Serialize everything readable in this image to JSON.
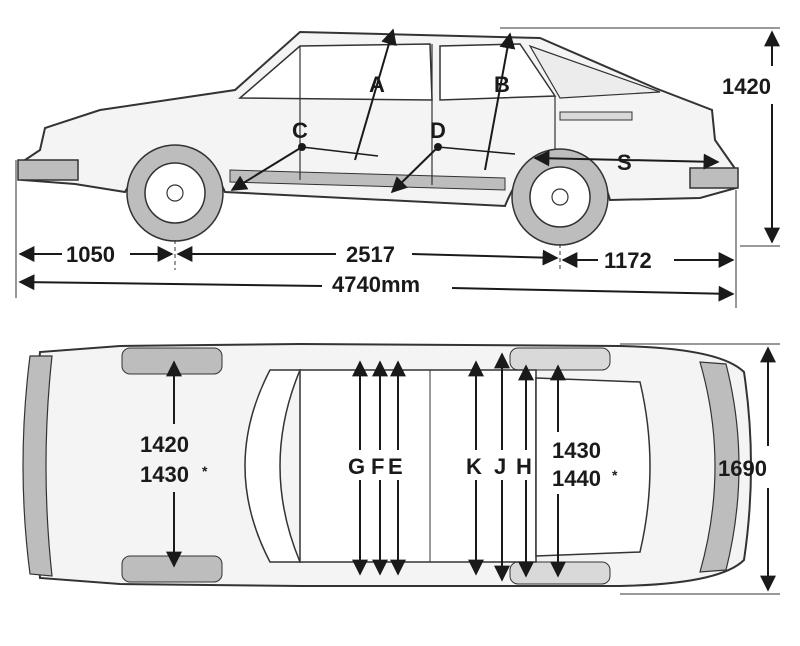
{
  "side_view": {
    "markers": {
      "a": "A",
      "b": "B",
      "c": "C",
      "d": "D",
      "s": "S"
    },
    "dims": {
      "height": "1420",
      "front_overhang": "1050",
      "wheelbase": "2517",
      "rear_overhang": "1172",
      "total_length": "4740mm"
    }
  },
  "top_view": {
    "front_track": "1420",
    "front_track_alt": "1430",
    "rear_track": "1430",
    "rear_track_alt": "1440",
    "width": "1690",
    "asterisk": "*",
    "markers": {
      "g": "G",
      "f": "F",
      "e": "E",
      "k": "K",
      "j": "J",
      "h": "H"
    }
  },
  "colors": {
    "ink": "#1a1a1a",
    "body_line": "#333333",
    "shade": "#bdbdbd",
    "light_shade": "#d9d9d9"
  }
}
